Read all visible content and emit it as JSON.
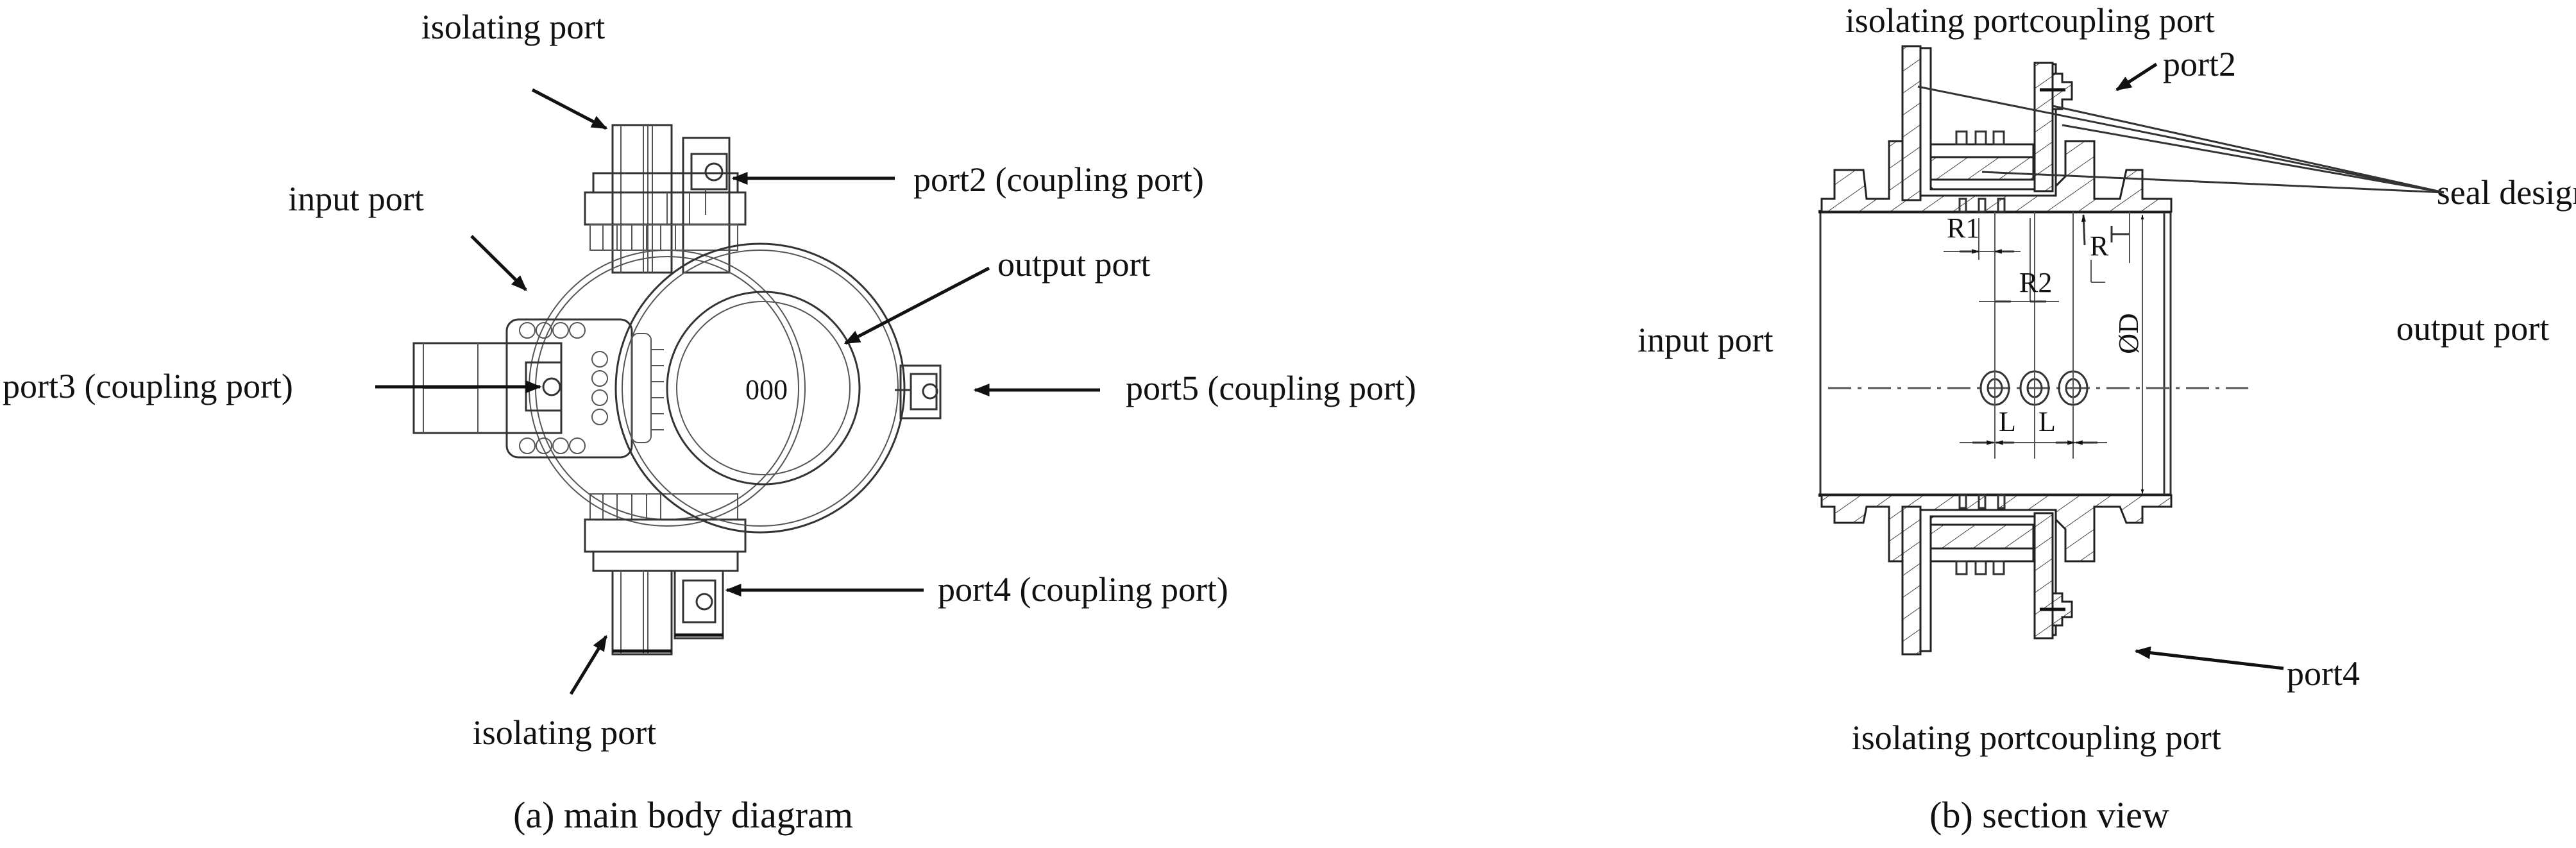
{
  "figure": {
    "panel_a": {
      "caption": "(a) main body diagram",
      "labels": {
        "isolating_top": "isolating port",
        "input": "input port",
        "port2": "port2 (coupling port)",
        "output": "output port",
        "port3": "port3 (coupling port)",
        "port5": "port5 (coupling port)",
        "port4": "port4 (coupling port)",
        "isolating_bottom": "isolating port"
      },
      "center_marking": "000"
    },
    "panel_b": {
      "caption": "(b) section view",
      "labels": {
        "isolating_top": "isolating port",
        "coupling_top": "coupling port",
        "port2": "port2",
        "seal_design": "seal design",
        "input": "input port",
        "output": "output port",
        "port4": "port4",
        "isolating_bottom": "isolating port",
        "coupling_bottom": "coupling port"
      },
      "dimensions": {
        "r1": "R1",
        "r2": "R2",
        "r": "R",
        "diameter": "ØD",
        "l1": "L",
        "l2": "L"
      }
    }
  }
}
